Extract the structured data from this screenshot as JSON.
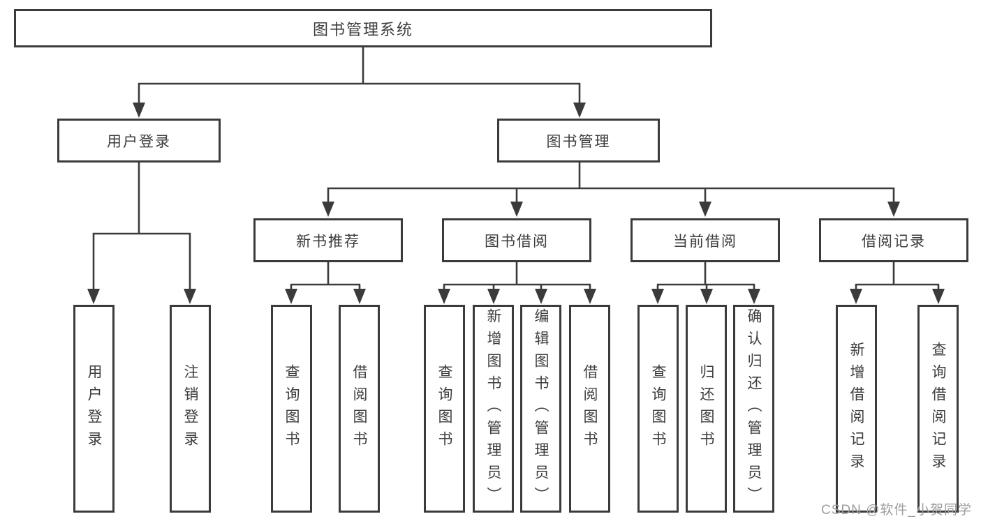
{
  "diagram": {
    "root": {
      "label": "图书管理系统"
    },
    "level2": {
      "user_login": {
        "label": "用户登录"
      },
      "book_management": {
        "label": "图书管理"
      }
    },
    "level3": {
      "new_book_recommend": {
        "label": "新书推荐"
      },
      "book_borrow": {
        "label": "图书借阅"
      },
      "current_borrow": {
        "label": "当前借阅"
      },
      "borrow_records": {
        "label": "借阅记录"
      }
    },
    "level4": {
      "login_user_login": {
        "label": "用户登录"
      },
      "login_logout": {
        "label": "注销登录"
      },
      "rec_query_book": {
        "label": "查询图书"
      },
      "rec_borrow_book": {
        "label": "借阅图书"
      },
      "borrow_query_book": {
        "label": "查询图书"
      },
      "borrow_add_book": {
        "label": "新增图书（管理员）"
      },
      "borrow_edit_book": {
        "label": "编辑图书（管理员）"
      },
      "borrow_borrow_book": {
        "label": "借阅图书"
      },
      "current_query_book": {
        "label": "查询图书"
      },
      "current_return_book": {
        "label": "归还图书"
      },
      "current_confirm_return": {
        "label": "确认归还（管理员）"
      },
      "records_add_record": {
        "label": "新增借阅记录"
      },
      "records_query_record": {
        "label": "查询借阅记录"
      }
    }
  },
  "watermark": {
    "text": "CSDN @软件_小贺同学"
  },
  "colors": {
    "line": "#3b3b3b",
    "text": "#3d3d3d",
    "watermark_text": "#9d9d9d",
    "background": "#ffffff"
  }
}
